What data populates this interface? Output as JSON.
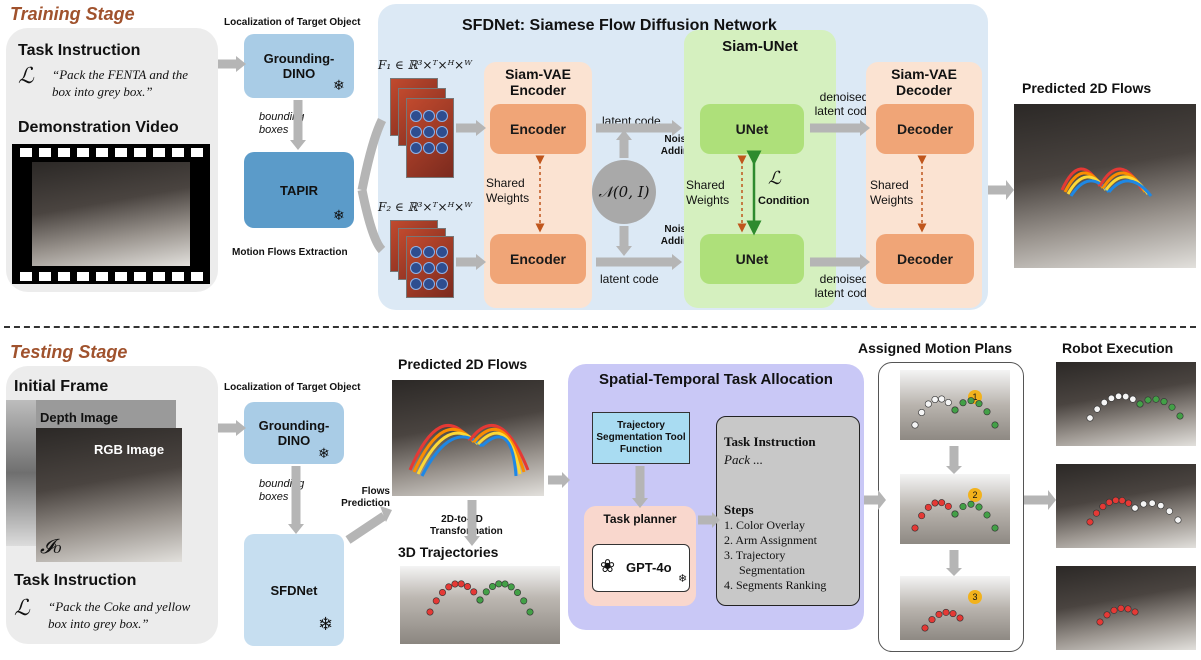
{
  "training": {
    "stage_title": "Training Stage",
    "task_instruction_title": "Task Instruction",
    "task_symbol": "ℒ",
    "task_quote": "“Pack the FENTA and the box into grey box.”",
    "demo_title": "Demonstration Video",
    "localization_label": "Localization of Target Object",
    "grounding_label": "Grounding-DINO",
    "bounding_boxes_label": "bounding boxes",
    "tapir_label": "TAPIR",
    "motion_flows_label": "Motion Flows Extraction",
    "f1_label": "F₁ ∈ ℝ³×ᵀ×ᴴ×ᵂ",
    "f2_label": "F₂ ∈ ℝ³×ᵀ×ᴴ×ᵂ",
    "sfdnet_title": "SFDNet: Siamese Flow Diffusion Network",
    "siam_vae_encoder_title": "Siam-VAE Encoder",
    "encoder_label": "Encoder",
    "shared_weights_label": "Shared Weights",
    "latent_code_label": "latent code",
    "noise_adding_label": "Noise Adding",
    "normal_dist_label": "𝒩(0, I)",
    "siam_unet_title": "Siam-UNet",
    "unet_label": "UNet",
    "condition_symbol": "ℒ",
    "condition_label": "Condition",
    "denoised_latent_label": "denoised latent code",
    "siam_vae_decoder_title": "Siam-VAE Decoder",
    "decoder_label": "Decoder",
    "predicted_flows_title": "Predicted 2D Flows"
  },
  "testing": {
    "stage_title": "Testing Stage",
    "initial_frame_title": "Initial Frame",
    "depth_image_label": "Depth Image",
    "rgb_image_label": "RGB Image",
    "frame_symbol": "𝓘₀",
    "task_instruction_title": "Task Instruction",
    "task_symbol": "ℒ",
    "task_quote": "“Pack the Coke and yellow box into grey box.”",
    "localization_label": "Localization of Target Object",
    "grounding_label": "Grounding-DINO",
    "bounding_boxes_label": "bounding boxes",
    "sfdnet_label": "SFDNet",
    "flows_prediction_label": "Flows Prediction",
    "predicted_flows_title": "Predicted 2D Flows",
    "transformation_label": "2D-to-3D Transformation",
    "trajectories_title": "3D Trajectories",
    "allocation_title": "Spatial-Temporal Task Allocation",
    "tool_function_label": "Trajectory Segmentation Tool Function",
    "task_planner_label": "Task planner",
    "gpt_label": "GPT-4o",
    "instruction_heading": "Task Instruction",
    "instruction_text": "Pack ...",
    "steps_heading": "Steps",
    "steps": [
      "1.  Color Overlay",
      "2.  Arm Assignment",
      "3.  Trajectory",
      "     Segmentation",
      "4.  Segments Ranking"
    ],
    "assigned_plans_title": "Assigned Motion Plans",
    "robot_execution_title": "Robot Execution",
    "plan_badges": [
      "1",
      "2",
      "3"
    ]
  },
  "icons": {
    "snowflake": "❄",
    "openai": "❀"
  }
}
